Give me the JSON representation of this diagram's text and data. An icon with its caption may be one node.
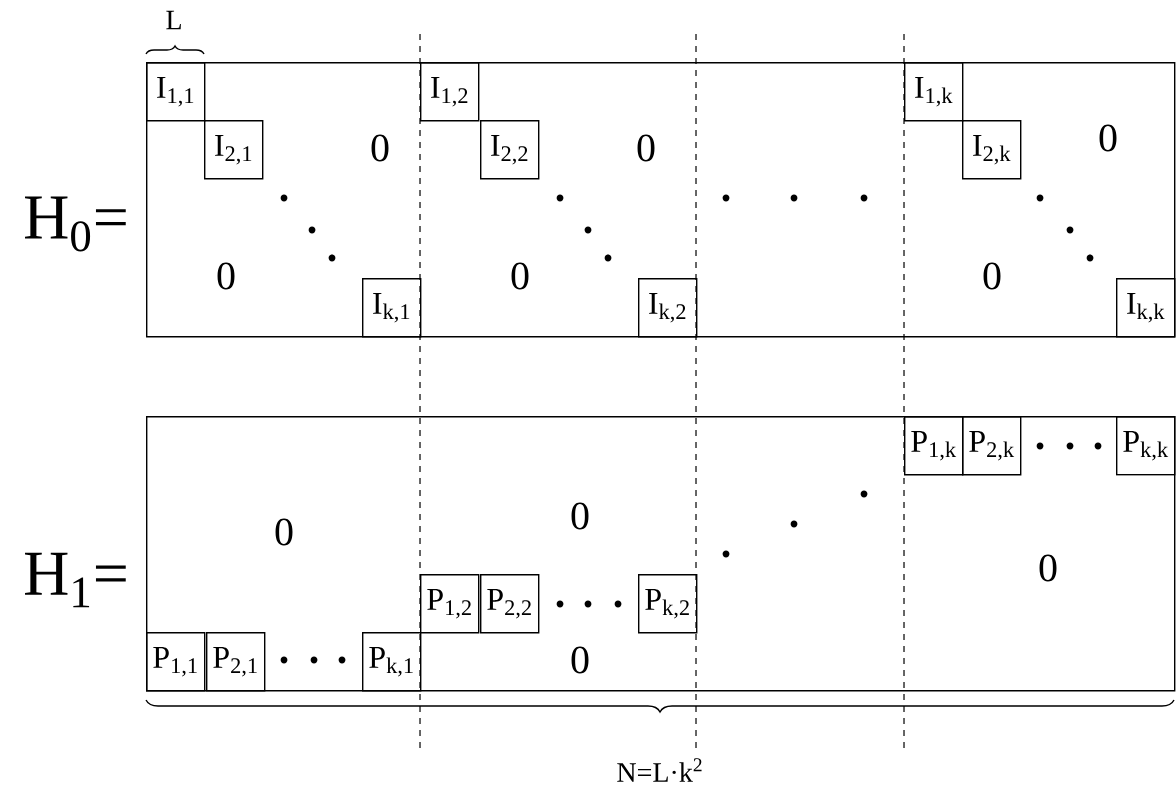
{
  "diagram": {
    "nodes": [
      {
        "text": [
          "0",
          "0",
          "0",
          "0",
          "0",
          "0"
        ],
        "beside": [
          "H$_{0}$="
        ]
      },
      {
        "text": [
          "I$_{1,1}$"
        ],
        "in": 0
      },
      {
        "text": [
          "I$_{2,1}$"
        ],
        "in": 0
      },
      {
        "text": [
          "I$_{k,1}$"
        ],
        "in": 0
      },
      {
        "text": [
          "I$_{1,2}$"
        ],
        "in": 0
      },
      {
        "text": [
          "I$_{2,2}$"
        ],
        "in": 0
      },
      {
        "text": [
          "I$_{k,2}$"
        ],
        "in": 0
      },
      {
        "text": [
          "I$_{1,k}$"
        ],
        "in": 0
      },
      {
        "text": [
          "I$_{2,k}$"
        ],
        "in": 0
      },
      {
        "text": [
          "I$_{k,k}$"
        ],
        "in": 0
      },
      {
        "text": [
          "0",
          "0",
          "0",
          "0"
        ],
        "beside": [
          "H$_{1}$="
        ]
      },
      {
        "text": [
          "P$_{1,1}$"
        ],
        "in": 10
      },
      {
        "text": [
          "P$_{2,1}$"
        ],
        "in": 10
      },
      {
        "text": [
          "P$_{k,1}$"
        ],
        "in": 10
      },
      {
        "text": [
          "P$_{1,2}$"
        ],
        "in": 10
      },
      {
        "text": [
          "P$_{2,2}$"
        ],
        "in": 10
      },
      {
        "text": [
          "P$_{k,2}$"
        ],
        "in": 10
      },
      {
        "text": [
          "P$_{1,k}$"
        ],
        "in": 10
      },
      {
        "text": [
          "P$_{2,k}$"
        ],
        "in": 10
      },
      {
        "text": [
          "P$_{k,k}$"
        ],
        "in": 10
      }
    ],
    "edges": [],
    "labels": [
      "L",
      "N=L·k$^{2}$"
    ]
  }
}
